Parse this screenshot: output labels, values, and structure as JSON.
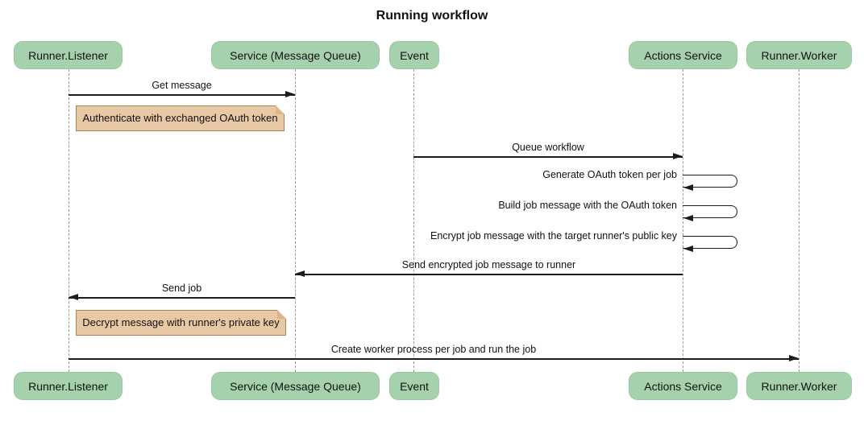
{
  "title": "Running workflow",
  "diagram_type": "sequence",
  "colors": {
    "actor_fill": "#a5d2ac",
    "actor_border": "#97c89f",
    "note_fill": "#e8c8a5",
    "note_border": "#ae8350",
    "note_fold": "#ddb688",
    "lifeline": "#9a9a9a",
    "arrow": "#1c1c1c",
    "text": "#111111",
    "bg": "#ffffff"
  },
  "actors": [
    {
      "name": "Runner.Listener"
    },
    {
      "name": "Service (Message Queue)"
    },
    {
      "name": "Event"
    },
    {
      "name": "Actions Service"
    },
    {
      "name": "Runner.Worker"
    }
  ],
  "messages": [
    {
      "from": "Runner.Listener",
      "to": "Service (Message Queue)",
      "label": "Get message",
      "self": false
    },
    {
      "from": "Event",
      "to": "Actions Service",
      "label": "Queue workflow",
      "self": false
    },
    {
      "from": "Actions Service",
      "to": "Actions Service",
      "label": "Generate OAuth token per job",
      "self": true
    },
    {
      "from": "Actions Service",
      "to": "Actions Service",
      "label": "Build job message with the OAuth token",
      "self": true
    },
    {
      "from": "Actions Service",
      "to": "Actions Service",
      "label": "Encrypt job message with the target runner's public key",
      "self": true
    },
    {
      "from": "Actions Service",
      "to": "Service (Message Queue)",
      "label": "Send encrypted job message to runner",
      "self": false
    },
    {
      "from": "Service (Message Queue)",
      "to": "Runner.Listener",
      "label": "Send job",
      "self": false
    },
    {
      "from": "Runner.Listener",
      "to": "Runner.Worker",
      "label": "Create worker process per job and run the job",
      "self": false
    }
  ],
  "notes": [
    {
      "over": "Runner.Listener",
      "label": "Authenticate with exchanged OAuth token"
    },
    {
      "over": "Runner.Listener",
      "label": "Decrypt message with runner's private key"
    }
  ]
}
